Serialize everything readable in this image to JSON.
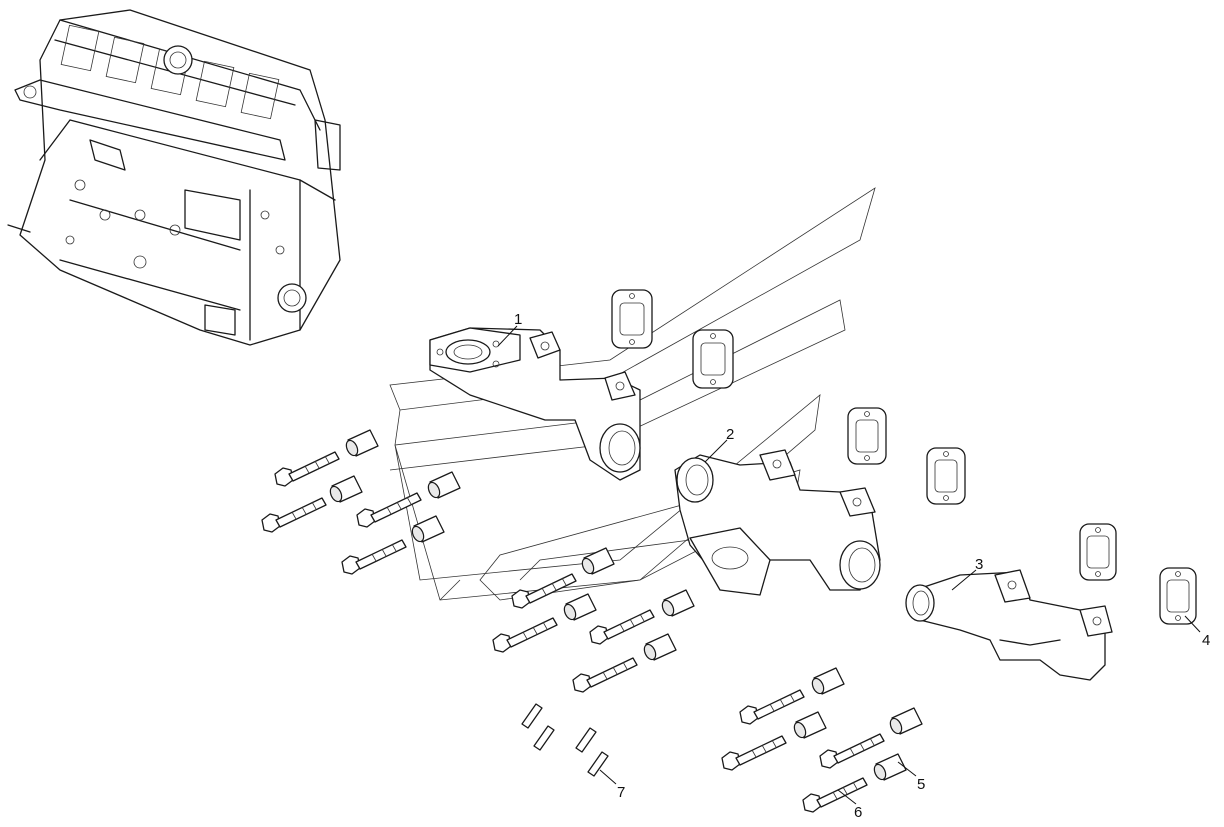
{
  "callouts": {
    "c1": "1",
    "c2": "2",
    "c3": "3",
    "c4": "4",
    "c5": "5",
    "c6": "6",
    "c7": "7"
  },
  "colors": {
    "ink": "#1a1a1a",
    "background": "#ffffff"
  }
}
